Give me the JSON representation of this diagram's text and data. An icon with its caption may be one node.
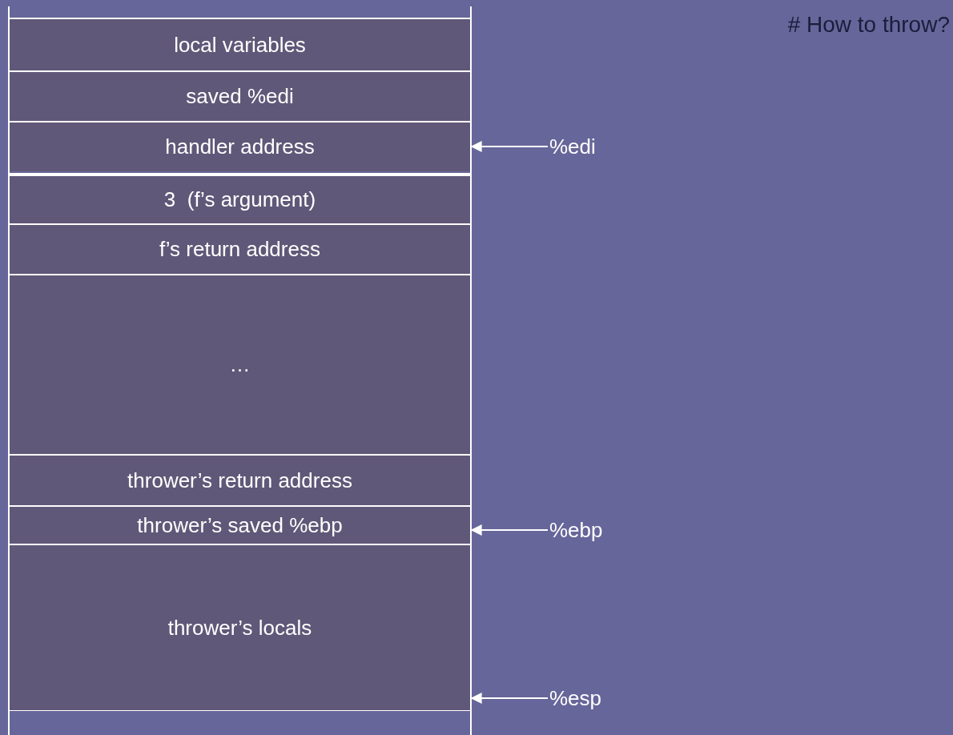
{
  "diagram": {
    "title": "# How to throw?",
    "nodes": [
      {
        "text": [
          "local variables"
        ]
      },
      {
        "text": [
          "saved %edi"
        ]
      },
      {
        "text": [
          "handler address"
        ]
      },
      {
        "text": [
          "3  (f’s argument)"
        ]
      },
      {
        "text": [
          "f’s return address"
        ]
      },
      {
        "text": [
          "…"
        ]
      },
      {
        "text": [
          "thrower’s return address"
        ]
      },
      {
        "text": [
          "thrower’s saved %ebp"
        ]
      },
      {
        "text": [
          "thrower’s locals"
        ]
      },
      {
        "text": [
          "%edi"
        ]
      },
      {
        "text": [
          "%ebp"
        ]
      },
      {
        "text": [
          "%esp"
        ]
      }
    ],
    "edges": [
      {
        "from": 9,
        "to": 2,
        "arrow": "to"
      },
      {
        "from": 10,
        "to": 7,
        "arrow": "to"
      },
      {
        "from": 11,
        "to": 8,
        "arrow": "to"
      }
    ]
  }
}
